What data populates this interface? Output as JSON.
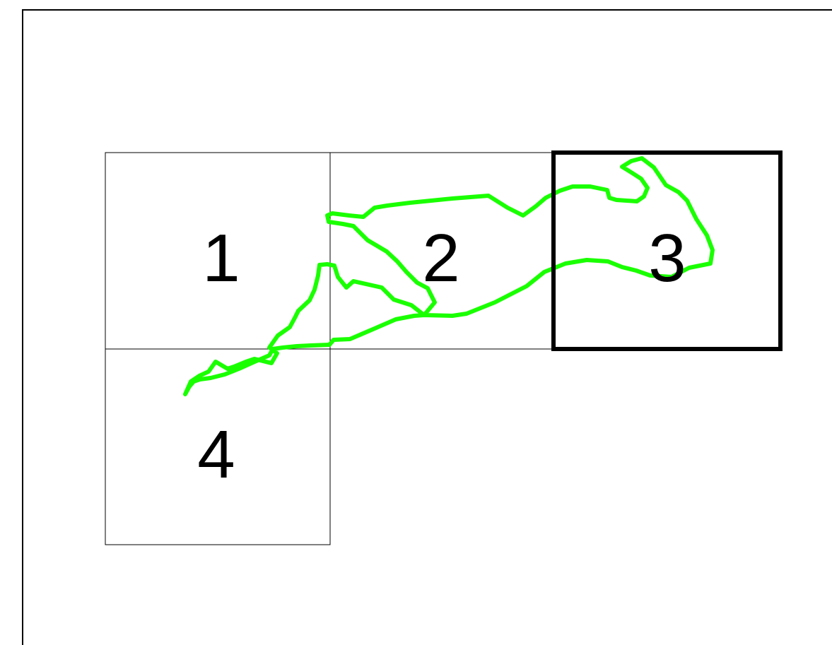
{
  "diagram": {
    "cells": [
      {
        "label": "1",
        "highlighted": false
      },
      {
        "label": "2",
        "highlighted": false
      },
      {
        "label": "3",
        "highlighted": true
      },
      {
        "label": "4",
        "highlighted": false
      }
    ],
    "colors": {
      "route": "#1aff00",
      "grid": "#000000",
      "background": "#ffffff"
    }
  }
}
